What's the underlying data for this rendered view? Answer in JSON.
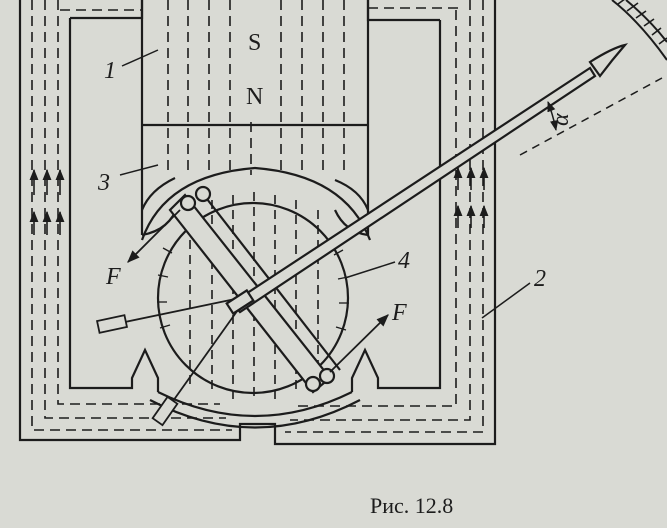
{
  "labels": {
    "pole_s": "S",
    "pole_n": "N",
    "part_1": "1",
    "part_2": "2",
    "part_3": "3",
    "part_4": "4",
    "force_left": "F",
    "force_right": "F",
    "angle": "α"
  },
  "caption": "Рис. 12.8",
  "colors": {
    "paper": "#d9dad4",
    "ink": "#1c1c1c"
  }
}
